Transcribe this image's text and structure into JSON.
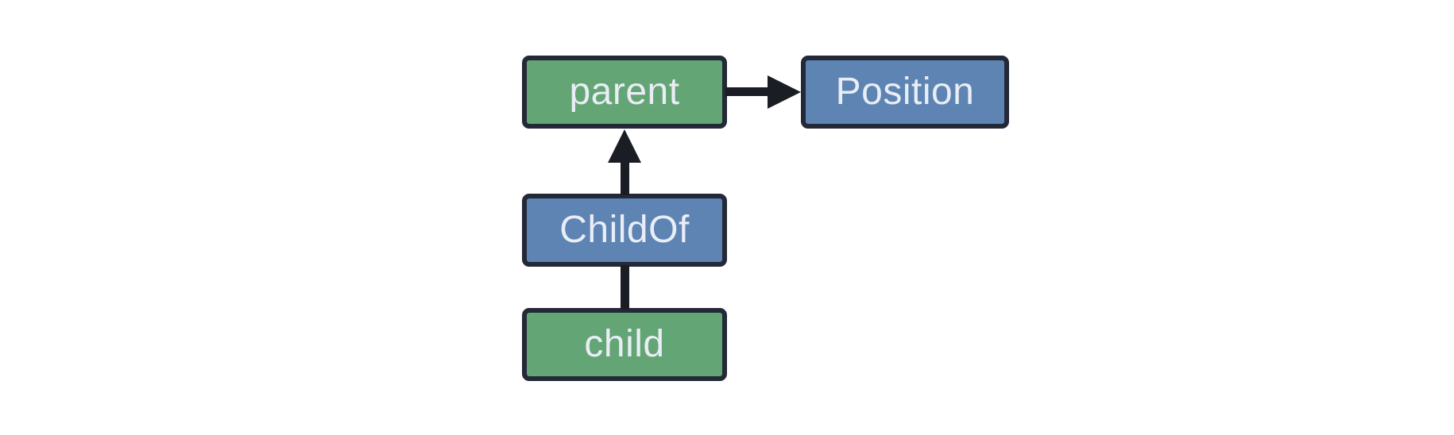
{
  "diagram": {
    "background": "#ffffff",
    "nodes": [
      {
        "id": "parent",
        "label": "parent",
        "fill": "#63a574"
      },
      {
        "id": "Position",
        "label": "Position",
        "fill": "#5d84b3"
      },
      {
        "id": "ChildOf",
        "label": "ChildOf",
        "fill": "#5d84b3"
      },
      {
        "id": "child",
        "label": "child",
        "fill": "#63a574"
      }
    ],
    "edges": [
      {
        "from": "parent",
        "to": "Position",
        "style": "arrow",
        "direction": "right"
      },
      {
        "from": "ChildOf",
        "to": "parent",
        "style": "arrow",
        "direction": "up"
      },
      {
        "from": "child",
        "to": "ChildOf",
        "style": "line",
        "direction": "up"
      }
    ],
    "colors": {
      "entity_fill": "#63a574",
      "pair_fill": "#5d84b3",
      "node_border": "#232936",
      "edge": "#1a1d24",
      "label_text": "#e9edf6",
      "background": "#ffffff"
    }
  }
}
